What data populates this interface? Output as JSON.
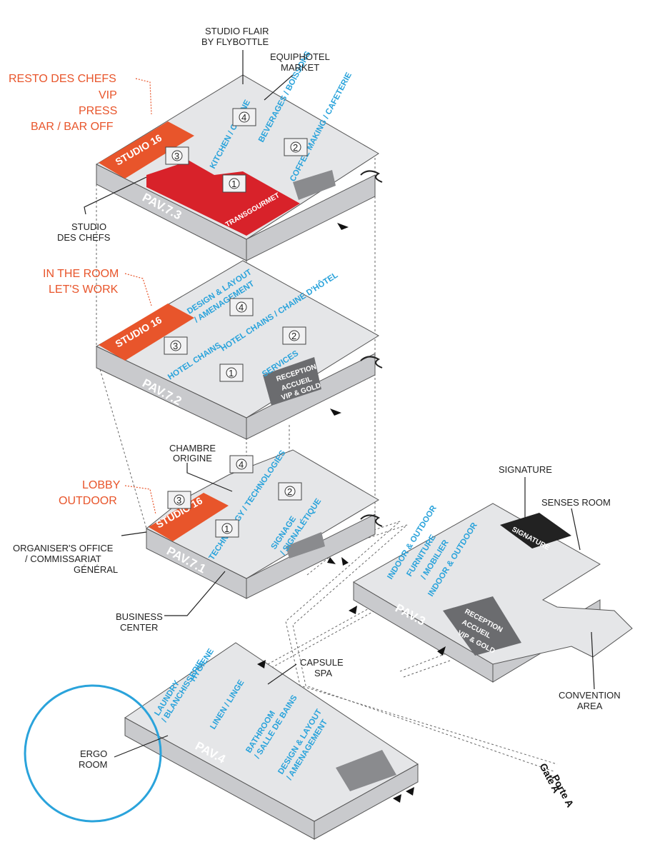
{
  "pav73": {
    "pavilion": "PAV.7.3",
    "studio": "STUDIO 16",
    "zones": {
      "kitchen": "KITCHEN / CUISINE",
      "beverages": "BEVERAGES / BOISSONS",
      "coffee": "COFFEE MAKING / CAFETERIE"
    },
    "brand": "TRANSGOURMET",
    "labels": {
      "studio_flair_1": "STUDIO FLAIR",
      "studio_flair_2": "BY FLYBOTTLE",
      "market_1": "EQUIPHOTEL",
      "market_2": "MARKET",
      "chefs_1": "STUDIO",
      "chefs_2": "DES CHEFS"
    },
    "orange": [
      "RESTO DES CHEFS",
      "VIP",
      "PRESS",
      "BAR / BAR OFF"
    ]
  },
  "pav72": {
    "pavilion": "PAV.7.2",
    "studio": "STUDIO 16",
    "zones": {
      "design1": "DESIGN & LAYOUT",
      "design2": "/ AMENAGEMENT",
      "chains": "HOTEL CHAINS / CHAINE D'HÔTEL",
      "hotelchains": "HOTEL CHAINS",
      "services": "SERVICES"
    },
    "reception": [
      "RECEPTION",
      "ACCUEIL",
      "VIP & GOLD"
    ],
    "orange": [
      "IN THE ROOM",
      "LET'S WORK"
    ]
  },
  "pav71": {
    "pavilion": "PAV.7.1",
    "studio": "STUDIO 16",
    "zones": {
      "tech": "TECHNOLOGY / TECHNOLOGIES",
      "signage1": "SIGNAGE",
      "signage2": "/ SIGNALÉTIQUE"
    },
    "labels": {
      "chambre_1": "CHAMBRE",
      "chambre_2": "ORIGINE",
      "org_1": "ORGANISER'S OFFICE",
      "org_2": "/ COMMISSARIAT",
      "org_3": "GÉNÉRAL",
      "biz_1": "BUSINESS",
      "biz_2": "CENTER"
    },
    "orange": [
      "LOBBY",
      "OUTDOOR"
    ]
  },
  "pav3": {
    "pavilion": "PAV.3",
    "zones": {
      "indoor1": "INDOOR & OUTDOOR",
      "indoor2": "FURNITURE",
      "indoor3": "/ MOBILIER",
      "indoor4": "INDOOR & OUTDOOR"
    },
    "signature_box": "SIGNATURE",
    "reception": [
      "RECEPTION",
      "ACCUEIL",
      "VIP & GOLD"
    ],
    "labels": {
      "signature": "SIGNATURE",
      "senses": "SENSES ROOM",
      "convention_1": "CONVENTION",
      "convention_2": "AREA"
    }
  },
  "pav4": {
    "pavilion": "PAV.4",
    "zones": {
      "hygiene": "HYGIENE",
      "laundry1": "LAUNDRY",
      "laundry2": "/ BLANCHISSERIE",
      "linen": "LINEN / LINGE",
      "bath1": "BATHROOM",
      "bath2": "/ SALLE DE BAINS",
      "design1": "DESIGN & LAYOUT",
      "design2": "/ AMENAGEMENT"
    },
    "labels": {
      "capsule_1": "CAPSULE",
      "capsule_2": "SPA",
      "ergo_1": "ERGO",
      "ergo_2": "ROOM"
    }
  },
  "gate": [
    "Gate A",
    "Porte A"
  ],
  "numbers": [
    "1",
    "2",
    "3",
    "4"
  ],
  "colors": {
    "orange": "#e8552b",
    "blue": "#2aa3db",
    "red": "#d8222a",
    "ergo_circle": "#2aa3db"
  }
}
